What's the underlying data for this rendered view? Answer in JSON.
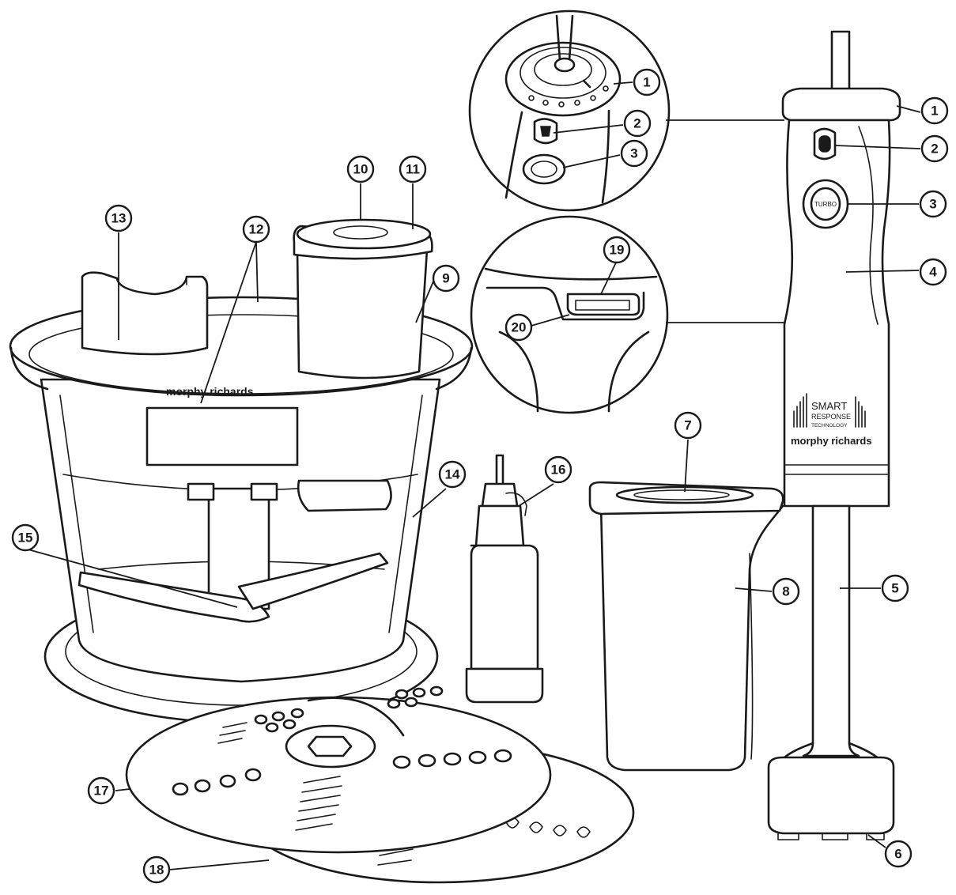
{
  "brand": {
    "name": "morphy richards",
    "badge_line1": "SMART",
    "badge_line2": "RESPONSE",
    "badge_line3": "TECHNOLOGY",
    "turbo_label": "TURBO"
  },
  "callouts": [
    {
      "id": "c1a",
      "label": "1"
    },
    {
      "id": "c2a",
      "label": "2"
    },
    {
      "id": "c3a",
      "label": "3"
    },
    {
      "id": "c1b",
      "label": "1"
    },
    {
      "id": "c2b",
      "label": "2"
    },
    {
      "id": "c3b",
      "label": "3"
    },
    {
      "id": "c4",
      "label": "4"
    },
    {
      "id": "c5",
      "label": "5"
    },
    {
      "id": "c6",
      "label": "6"
    },
    {
      "id": "c7",
      "label": "7"
    },
    {
      "id": "c8",
      "label": "8"
    },
    {
      "id": "c9",
      "label": "9"
    },
    {
      "id": "c10",
      "label": "10"
    },
    {
      "id": "c11",
      "label": "11"
    },
    {
      "id": "c12",
      "label": "12"
    },
    {
      "id": "c13",
      "label": "13"
    },
    {
      "id": "c14",
      "label": "14"
    },
    {
      "id": "c15",
      "label": "15"
    },
    {
      "id": "c16",
      "label": "16"
    },
    {
      "id": "c17",
      "label": "17"
    },
    {
      "id": "c18",
      "label": "18"
    },
    {
      "id": "c19",
      "label": "19"
    },
    {
      "id": "c20",
      "label": "20"
    }
  ]
}
